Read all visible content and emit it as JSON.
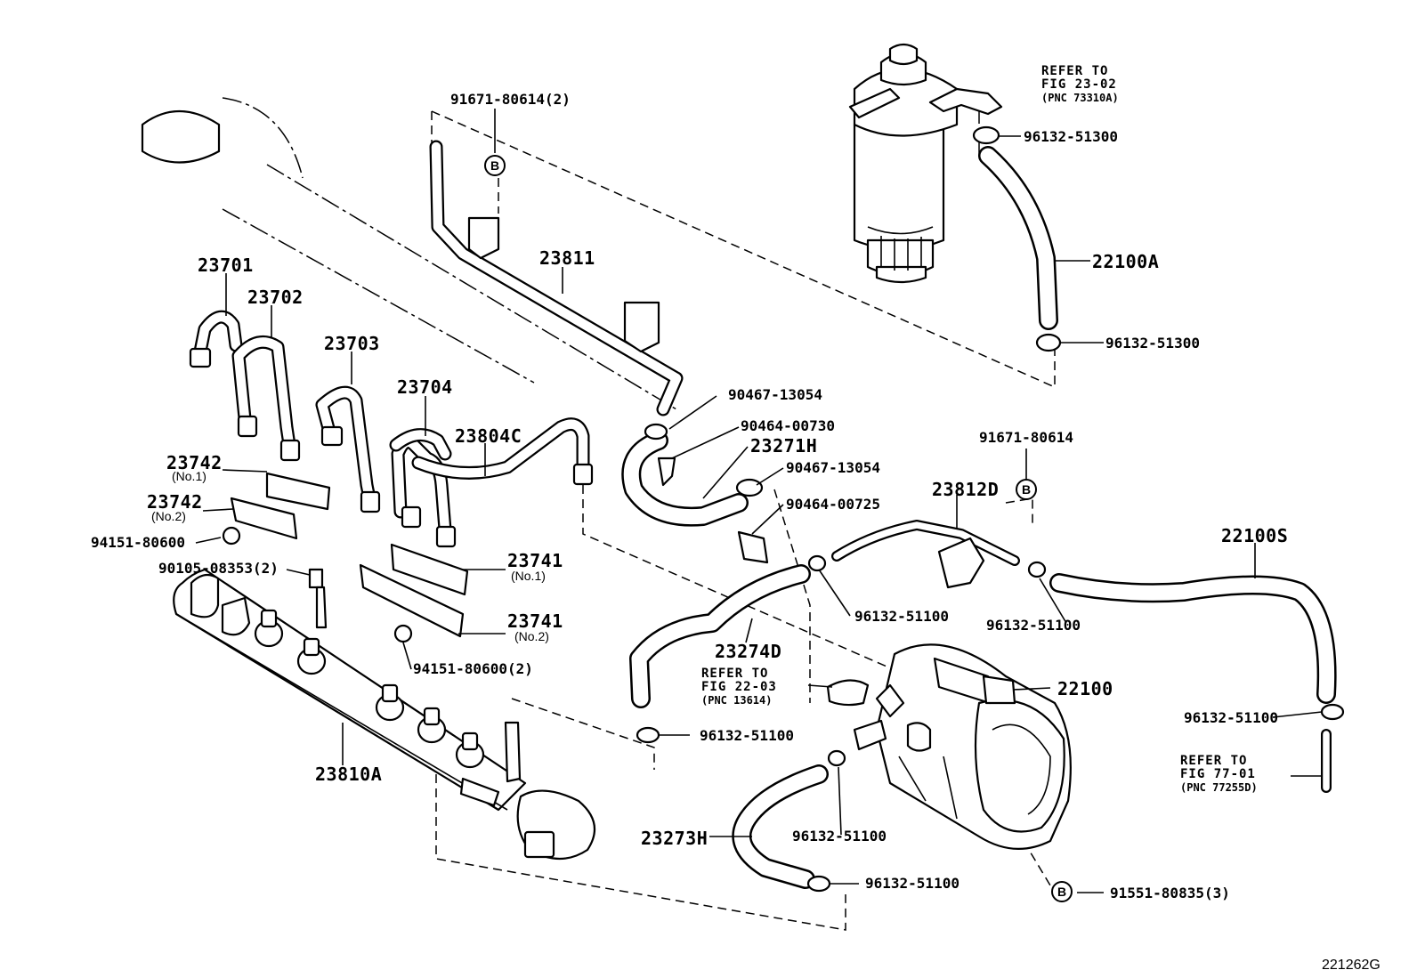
{
  "diagram": {
    "figure_id": "221262G",
    "callouts": {
      "p91671_80614_2": "91671-80614(2)",
      "p23811": "23811",
      "p23701": "23701",
      "p23702": "23702",
      "p23703": "23703",
      "p23704": "23704",
      "p23804C": "23804C",
      "p23742_no1": "23742",
      "p23742_no1_sub": "(No.1)",
      "p23742_no2": "23742",
      "p23742_no2_sub": "(No.2)",
      "p94151_80600": "94151-80600",
      "p90105_08353_2": "90105-08353(2)",
      "p23741_no1": "23741",
      "p23741_no1_sub": "(No.1)",
      "p23741_no2": "23741",
      "p23741_no2_sub": "(No.2)",
      "p94151_80600_2": "94151-80600(2)",
      "p23810A": "23810A",
      "p90467_13054_a": "90467-13054",
      "p90464_00730": "90464-00730",
      "p23271H": "23271H",
      "p90467_13054_b": "90467-13054",
      "p90464_00725": "90464-00725",
      "p91671_80614": "91671-80614",
      "p23812D": "23812D",
      "p96132_51300_a": "96132-51300",
      "p22100A": "22100A",
      "p96132_51300_b": "96132-51300",
      "p22100S": "22100S",
      "p96132_51100_a": "96132-51100",
      "p96132_51100_b": "96132-51100",
      "p23274D": "23274D",
      "p22100": "22100",
      "p96132_51100_c": "96132-51100",
      "p96132_51100_d": "96132-51100",
      "p96132_51100_e": "96132-51100",
      "p23273H": "23273H",
      "p96132_51100_f": "96132-51100",
      "p91551_80835_3": "91551-80835(3)"
    },
    "references": {
      "fig23": {
        "line1": "REFER TO",
        "line2": "FIG 23-02",
        "line3": "(PNC 73310A)"
      },
      "fig22": {
        "line1": "REFER TO",
        "line2": "FIG 22-03",
        "line3": "(PNC 13614)"
      },
      "fig77": {
        "line1": "REFER TO",
        "line2": "FIG 77-01",
        "line3": "(PNC 77255D)"
      }
    },
    "markers": {
      "b_letter": "B"
    }
  }
}
